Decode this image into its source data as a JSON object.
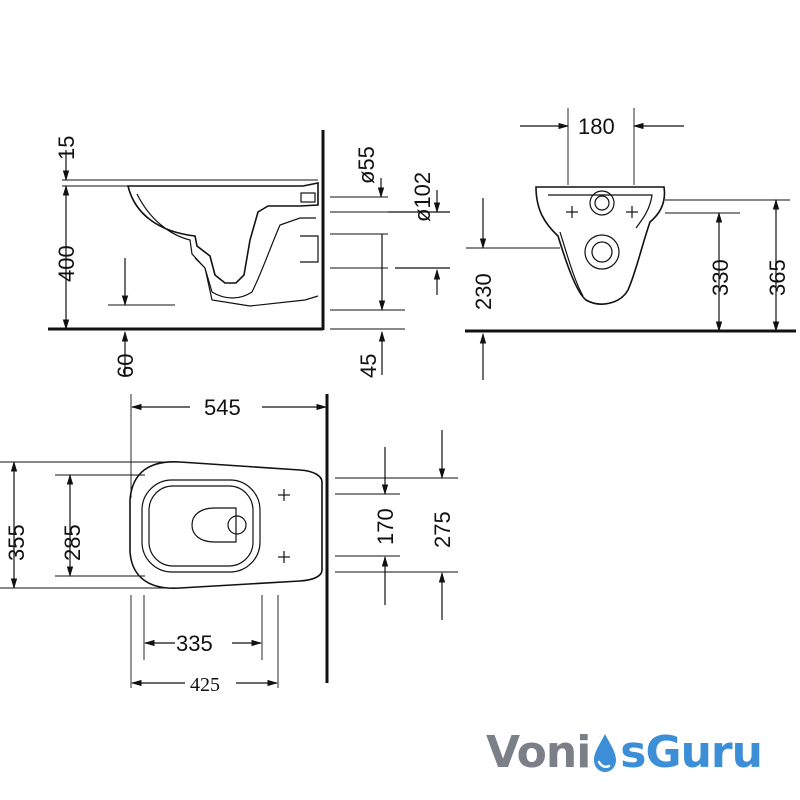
{
  "dimensions": {
    "side_view": {
      "top_offset": "15",
      "height_total": "400",
      "floor_offset": "60",
      "pipe_small": "ø55",
      "pipe_large": "ø102",
      "bottom_offset": "45"
    },
    "front_view": {
      "width": "180",
      "height_low": "230",
      "height_mid": "330",
      "height_high": "365"
    },
    "plan_view": {
      "length": "545",
      "width_outer": "355",
      "width_inner": "285",
      "spacing_inner": "170",
      "spacing_outer": "275",
      "rim_inner": "335",
      "rim_outer": "425"
    }
  },
  "watermark": {
    "pre": "Voni",
    "post": "sGuru",
    "text_color": "#7a7f88",
    "accent_color": "#3c8fd6"
  }
}
